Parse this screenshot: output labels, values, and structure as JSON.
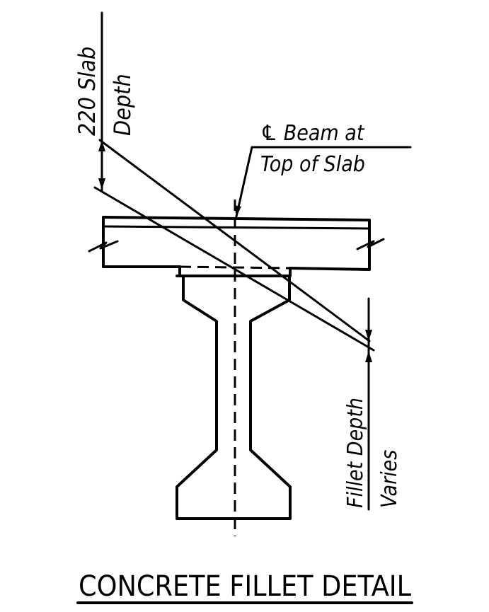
{
  "labels": {
    "slab_depth_value": "220 Slab",
    "slab_depth_word": "Depth",
    "centerline_line1": "℄ Beam at",
    "centerline_line2": "Top of Slab",
    "fillet_line1": "Fillet Depth",
    "fillet_line2": "Varies"
  },
  "title": "CONCRETE FILLET DETAIL"
}
